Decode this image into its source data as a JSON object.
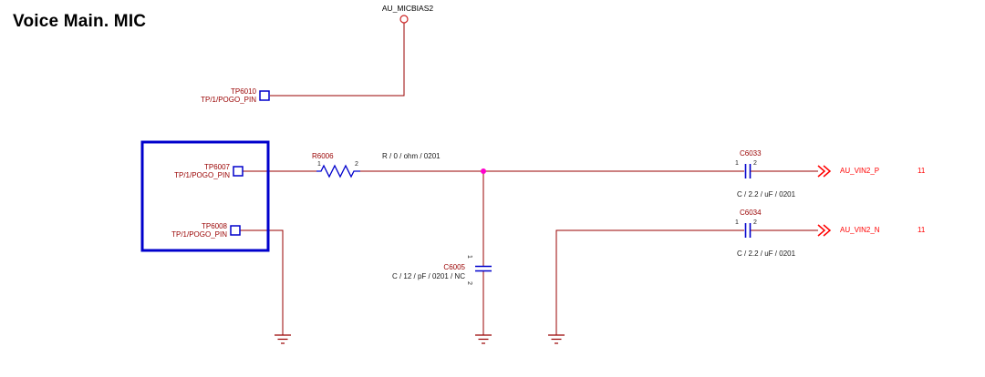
{
  "title": "Voice Main. MIC",
  "colors": {
    "wire": "#990000",
    "part": "#0000cc",
    "box": "#0000cc",
    "net_label": "#ff0000",
    "junction": "#ff00cc",
    "ref_text": "#990000",
    "value_text": "#1a1a1a"
  },
  "power_net": {
    "label": "AU_MICBIAS2"
  },
  "testpoints": {
    "tp6010": {
      "ref": "TP6010",
      "value": "TP/1/POGO_PIN"
    },
    "tp6007": {
      "ref": "TP6007",
      "value": "TP/1/POGO_PIN"
    },
    "tp6008": {
      "ref": "TP6008",
      "value": "TP/1/POGO_PIN"
    }
  },
  "resistor_r6006": {
    "ref": "R6006",
    "value": "R / 0 / ohm / 0201",
    "pin1": "1",
    "pin2": "2"
  },
  "cap_c6005": {
    "ref": "C6005",
    "value": "C / 12 / pF / 0201 / NC",
    "pin1": "1",
    "pin2": "2"
  },
  "cap_c6033": {
    "ref": "C6033",
    "value": "C / 2.2 / uF / 0201",
    "pin1": "1",
    "pin2": "2"
  },
  "cap_c6034": {
    "ref": "C6034",
    "value": "C / 2.2 / uF / 0201",
    "pin1": "1",
    "pin2": "2"
  },
  "offpage": {
    "vin2_p": {
      "label": "AU_VIN2_P",
      "page": "11"
    },
    "vin2_n": {
      "label": "AU_VIN2_N",
      "page": "11"
    }
  }
}
